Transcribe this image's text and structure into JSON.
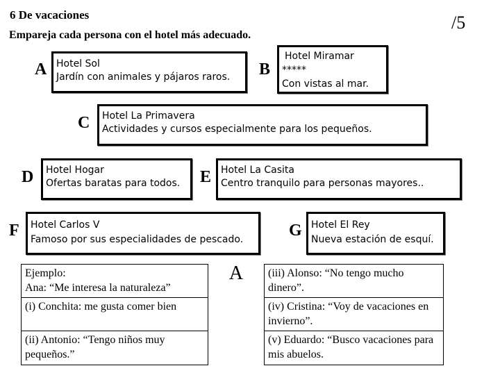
{
  "header": {
    "title": "6   De vacaciones",
    "score": "/5",
    "instruction": "Empareja cada persona con el hotel más adecuado."
  },
  "hotels": {
    "A": {
      "letter": "A",
      "name": "Hotel Sol",
      "desc": "Jardín con animales y pájaros raros."
    },
    "B": {
      "letter": "B",
      "name": "Hotel Miramar",
      "stars": "*****",
      "desc": "Con vistas al mar."
    },
    "C": {
      "letter": "C",
      "name": "Hotel La Primavera",
      "desc": "Actividades y cursos especialmente para los pequeños."
    },
    "D": {
      "letter": "D",
      "name": "Hotel Hogar",
      "desc": "Ofertas baratas para todos."
    },
    "E": {
      "letter": "E",
      "name": "Hotel La Casita",
      "desc": "Centro tranquilo para personas mayores.."
    },
    "F": {
      "letter": "F",
      "name": "Hotel Carlos V",
      "desc": "Famoso por sus especialidades de pescado."
    },
    "G": {
      "letter": "G",
      "name": "Hotel El Rey",
      "desc": "Nueva estación de esquí."
    }
  },
  "table": {
    "example_line1": "Ejemplo:",
    "example_line2": "Ana: “Me interesa la naturaleza”",
    "example_answer": "A",
    "q1": "(i) Conchita: me gusta comer bien",
    "q2": "(ii) Antonio: “Tengo niños muy pequeños.”",
    "q3": "(iii) Alonso: “No tengo mucho dinero”.",
    "q4": "(iv) Cristina: “Voy de vacaciones en invierno”.",
    "q5": "(v) Eduardo: “Busco vacaciones para mis abuelos."
  }
}
